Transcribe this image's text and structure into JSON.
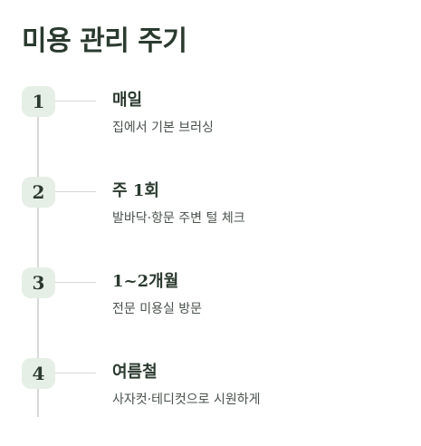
{
  "page": {
    "title": "미용 관리 주기"
  },
  "steps": [
    {
      "number": "1",
      "title": "매일",
      "description": "집에서 기본 브러싱"
    },
    {
      "number": "2",
      "title": "주 1회",
      "description": "발바닥·항문 주변 털 체크"
    },
    {
      "number": "3",
      "title": "1~2개월",
      "description": "전문 미용실 방문"
    },
    {
      "number": "4",
      "title": "여름철",
      "description": "사자컷·테디컷으로 시원하게"
    }
  ]
}
